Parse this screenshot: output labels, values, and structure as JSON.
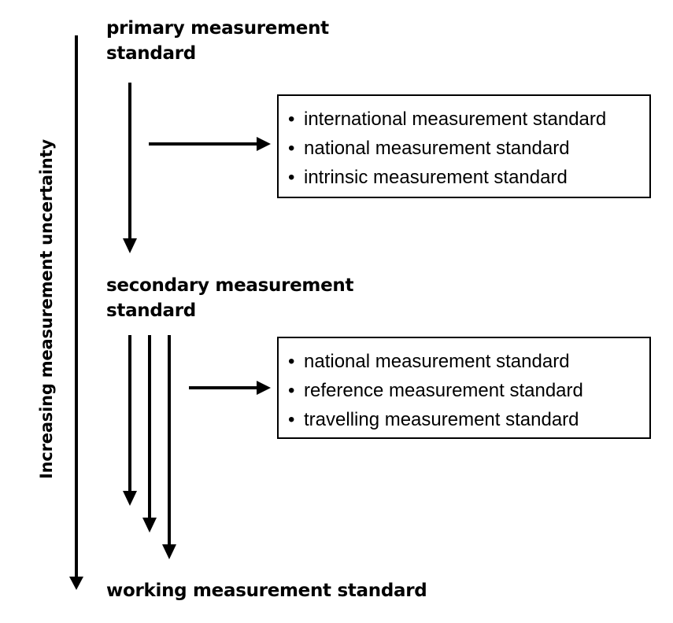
{
  "axis": {
    "label": "Increasing measurement uncertainty"
  },
  "levels": {
    "primary": {
      "line1": "primary measurement",
      "line2": "standard"
    },
    "secondary": {
      "line1": "secondary measurement",
      "line2": "standard"
    },
    "working": {
      "line1": "working measurement standard"
    }
  },
  "boxes": {
    "primary": {
      "items": [
        "international measurement standard",
        "national measurement standard",
        "intrinsic measurement standard"
      ]
    },
    "secondary": {
      "items": [
        "national measurement standard",
        "reference measurement standard",
        "travelling measurement standard"
      ]
    }
  },
  "bullet": "•"
}
